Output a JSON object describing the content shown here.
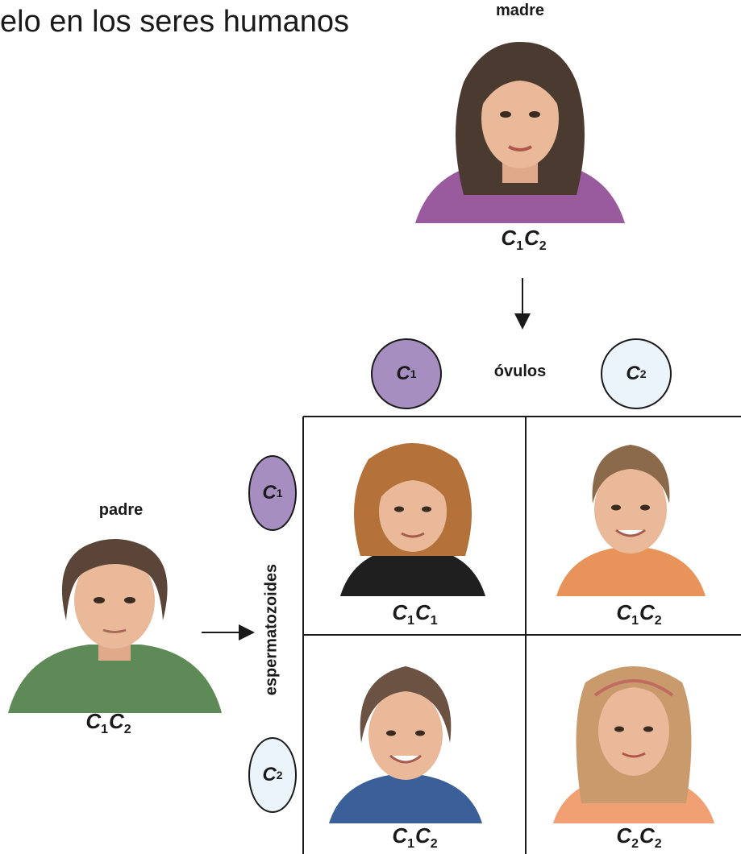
{
  "title": "elo en los seres humanos",
  "mother": {
    "label": "madre",
    "genotype": [
      "C",
      "1",
      "C",
      "2"
    ]
  },
  "father": {
    "label": "padre",
    "genotype": [
      "C",
      "1",
      "C",
      "2"
    ]
  },
  "eggs": {
    "label": "óvulos",
    "items": [
      {
        "letter": "C",
        "sub": "1",
        "color": "#a68fc0"
      },
      {
        "letter": "C",
        "sub": "2",
        "color": "#eaf4fa"
      }
    ]
  },
  "sperm": {
    "label": "espermatozoides",
    "items": [
      {
        "letter": "C",
        "sub": "1",
        "color": "#a68fc0"
      },
      {
        "letter": "C",
        "sub": "2",
        "color": "#eaf4fa"
      }
    ]
  },
  "offspring": [
    {
      "genotype": [
        "C",
        "1",
        "C",
        "1"
      ],
      "hair": "#b5713a",
      "shirt": "#1f1f1f"
    },
    {
      "genotype": [
        "C",
        "1",
        "C",
        "2"
      ],
      "hair": "#8a6a4a",
      "shirt": "#e8935a"
    },
    {
      "genotype": [
        "C",
        "1",
        "C",
        "2"
      ],
      "hair": "#6b5242",
      "shirt": "#3a5f99"
    },
    {
      "genotype": [
        "C",
        "2",
        "C",
        "2"
      ],
      "hair": "#c89a6c",
      "shirt": "#f0a072"
    }
  ],
  "colors": {
    "mother_shirt": "#9a5a9e",
    "father_shirt": "#5e8a57",
    "skin": "#e9b99a"
  }
}
